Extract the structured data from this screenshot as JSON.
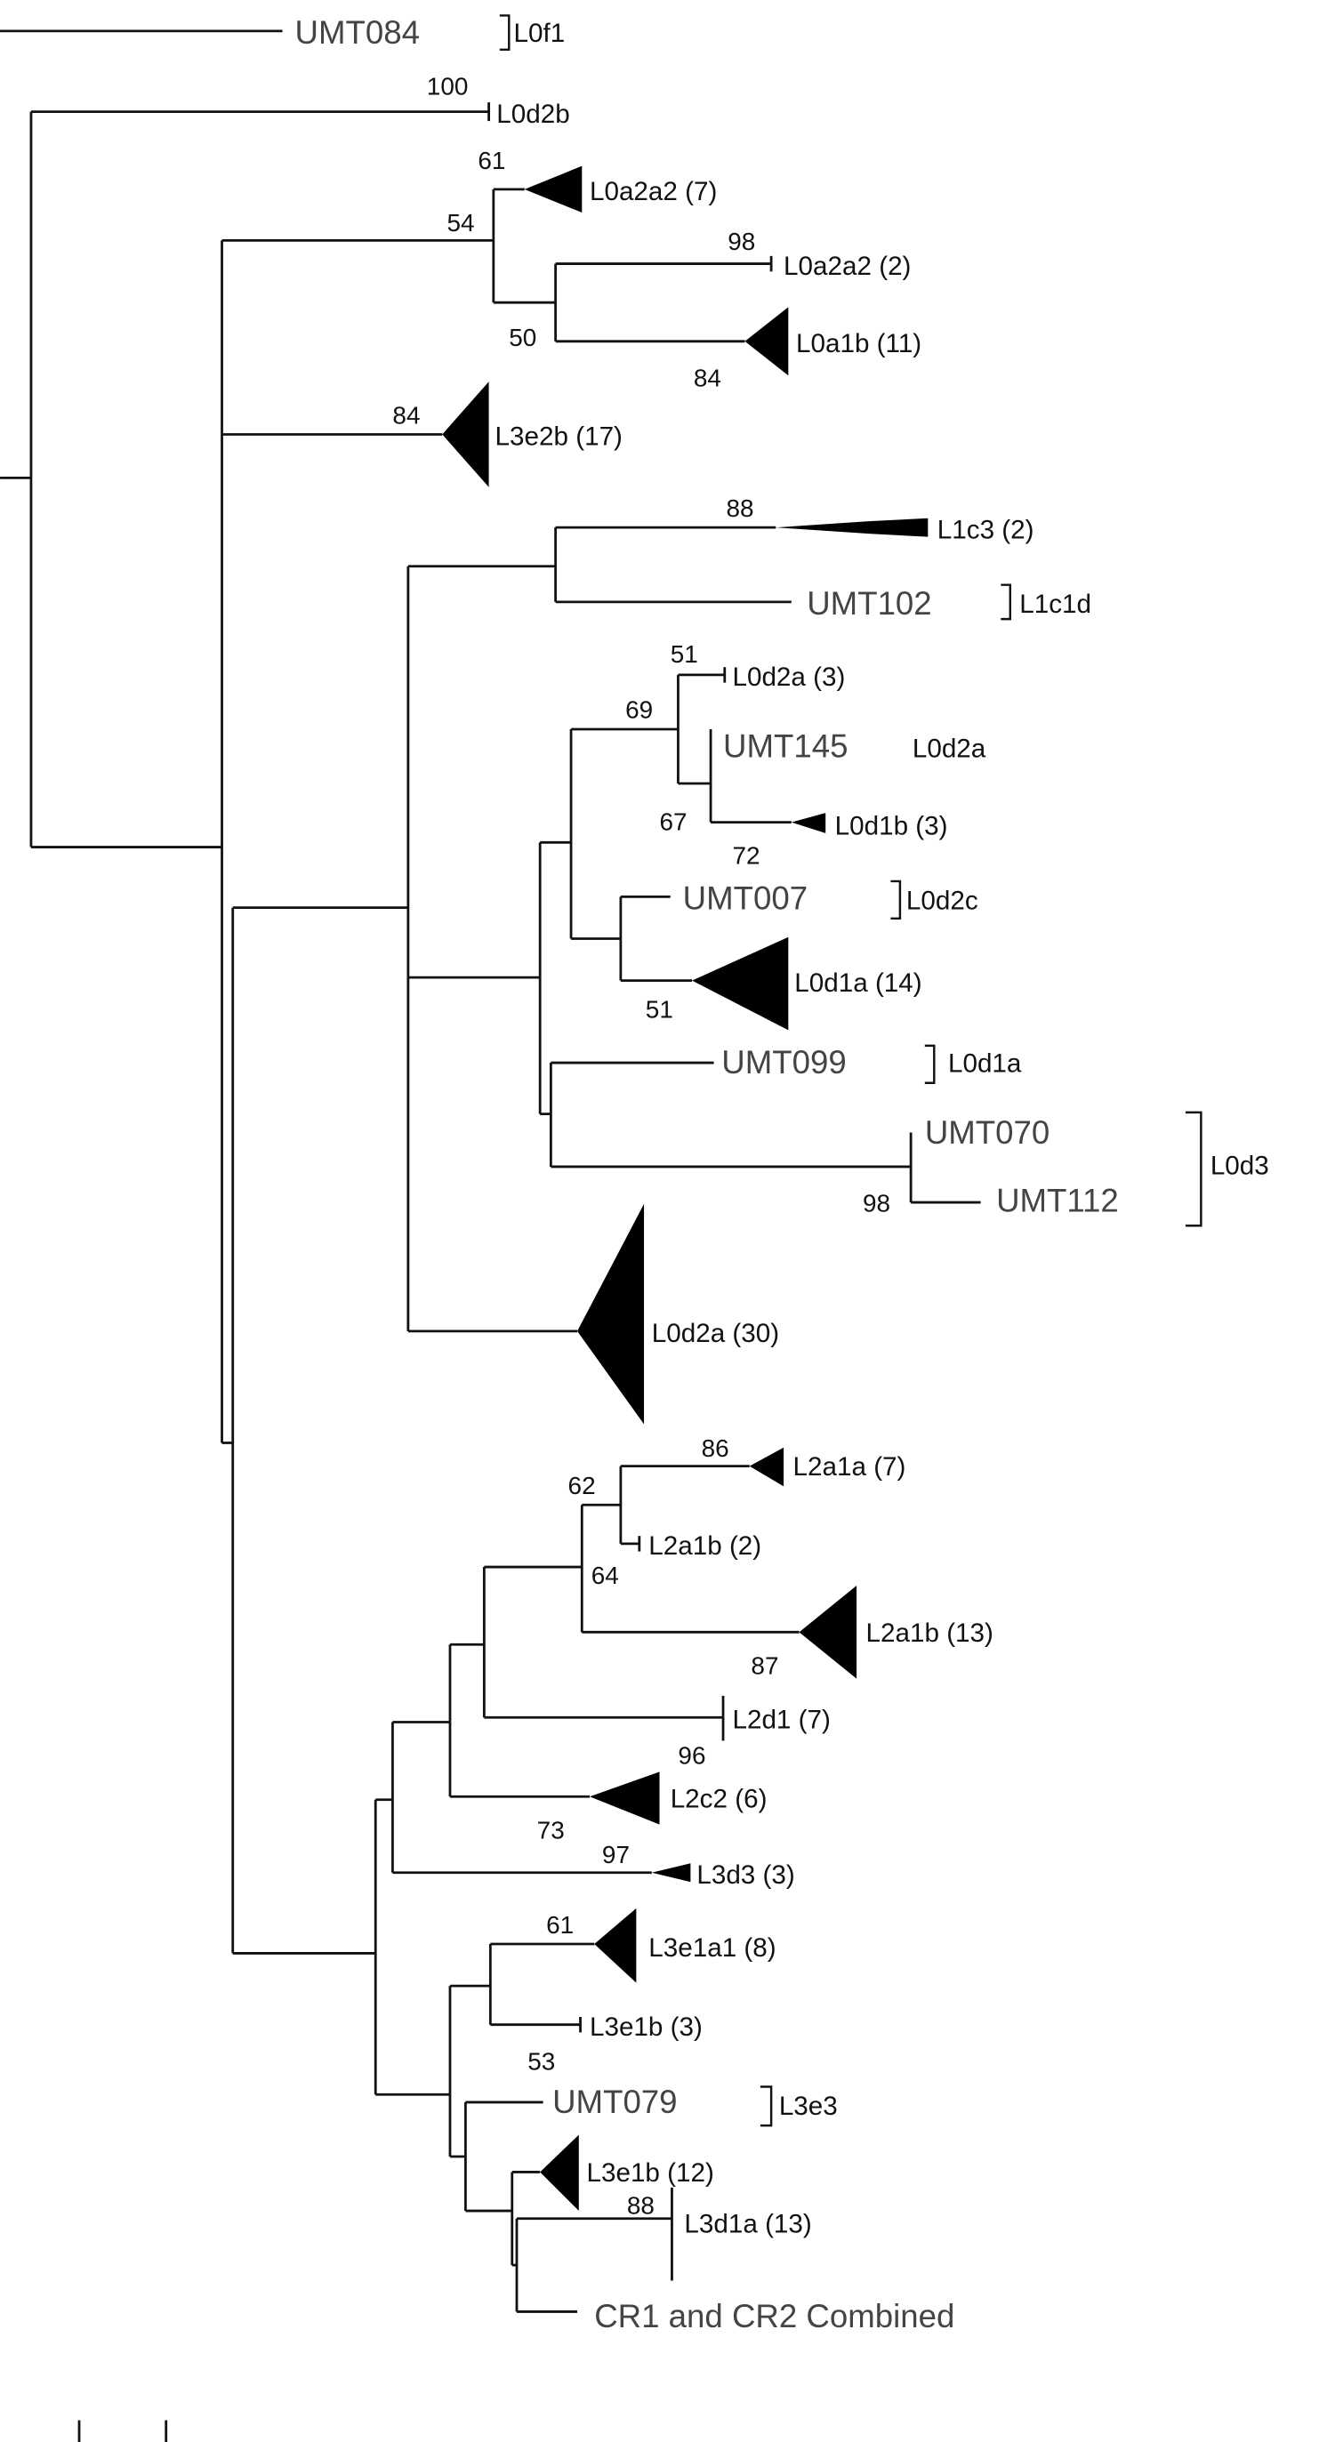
{
  "tree": {
    "taxa": {
      "umt084": "UMT084",
      "l0d2b": "L0d2b",
      "l0a2a2_7": "L0a2a2 (7)",
      "l0a2a2_2": "L0a2a2 (2)",
      "l0a1b_11": "L0a1b (11)",
      "l3e2b_17": "L3e2b (17)",
      "l1c3_2": "L1c3 (2)",
      "umt102": "UMT102",
      "l0d2a_3": "L0d2a (3)",
      "umt145": "UMT145",
      "l0d1b_3": "L0d1b (3)",
      "umt007": "UMT007",
      "l0d1a_14": "L0d1a (14)",
      "umt099": "UMT099",
      "umt070": "UMT070",
      "umt112": "UMT112",
      "l0d2a_30": "L0d2a (30)",
      "l2a1a_7": "L2a1a (7)",
      "l2a1b_2": "L2a1b (2)",
      "l2a1b_13": "L2a1b (13)",
      "l2d1_7": "L2d1 (7)",
      "l2c2_6": "L2c2 (6)",
      "l3d3_3": "L3d3 (3)",
      "l3e1a1_8": "L3e1a1 (8)",
      "l3e1b_3": "L3e1b (3)",
      "umt079": "UMT079",
      "l3e1b_12": "L3e1b (12)",
      "l3d1a_13": "L3d1a (13)",
      "cr": "CR1 and CR2 Combined"
    },
    "haplogroups": {
      "umt084": "L0f1",
      "umt102": "L1c1d",
      "umt145": "L0d2a",
      "umt007": "L0d2c",
      "umt099": "L0d1a",
      "umt070_112": "L0d3",
      "umt079": "L3e3"
    },
    "bootstrap": {
      "l0d2b": "100",
      "l0a2a2_7": "61",
      "l0a_node": "54",
      "l0a2a2_2": "98",
      "l0a_inner": "50",
      "l0a1b": "84",
      "l3e2b": "84",
      "l1c3": "88",
      "l0d2a_3": "51",
      "l0d2_node": "69",
      "l0d_inner": "67",
      "l0d1b": "72",
      "l0d1a": "51",
      "l0d3": "98",
      "l2a1a": "86",
      "l2a_node": "62",
      "l2a_inner": "64",
      "l2a1b_13": "87",
      "l2d1": "96",
      "l2c2": "73",
      "l3d3": "97",
      "l3e1a1": "61",
      "l3e1b_3": "53",
      "l3d1a": "88"
    }
  }
}
